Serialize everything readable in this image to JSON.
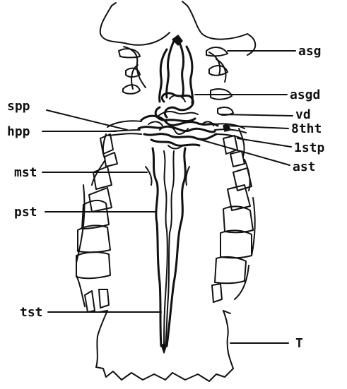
{
  "labels": {
    "asg": "asg",
    "asgd": "asgd",
    "vd": "vd",
    "eighth_tht": "8tht",
    "first_stp": "1stp",
    "ast": "ast",
    "spp": "spp",
    "hpp": "hpp",
    "mst": "mst",
    "pst": "pst",
    "tst": "tst",
    "T": "T"
  },
  "colors": {
    "ink": "#111111",
    "background": "#ffffff"
  }
}
